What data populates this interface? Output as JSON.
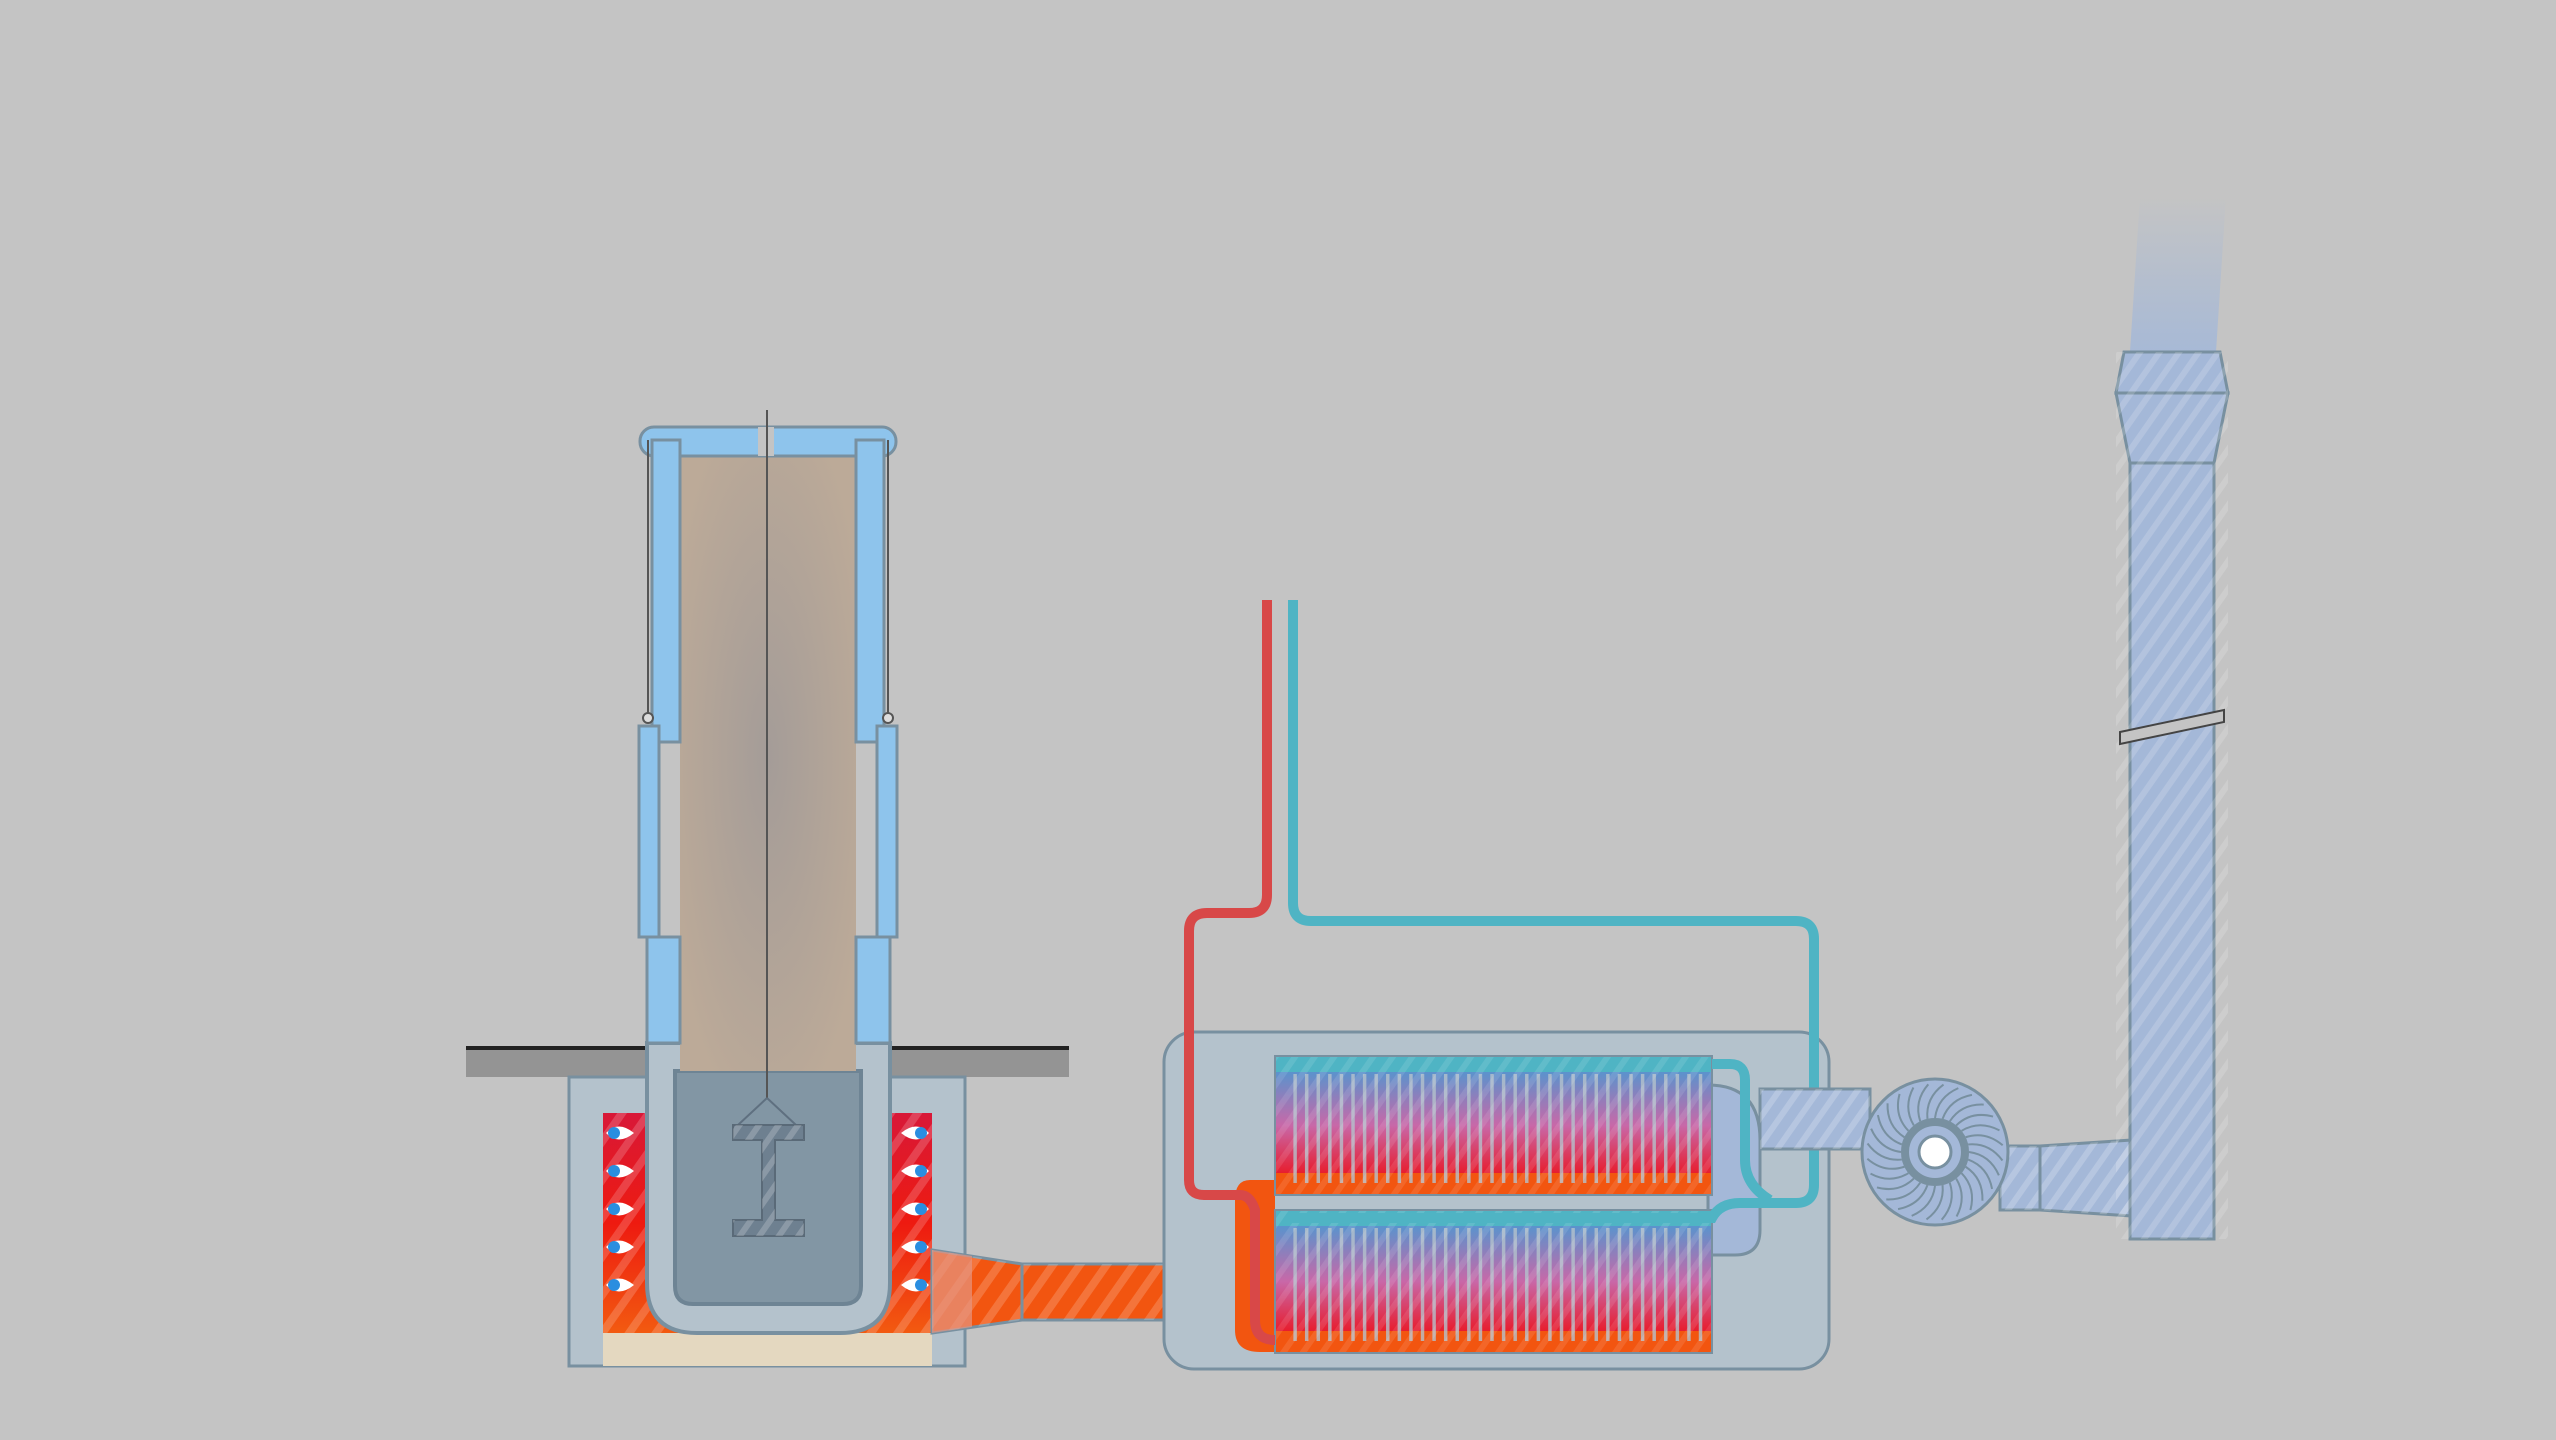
{
  "diagram": {
    "type": "furnace-heat-exchanger-schematic",
    "colors": {
      "background": "#c4c4c4",
      "wall_blue": "#8ec4ec",
      "steel_gray": "#b4c2cc",
      "outline": "#7890a0",
      "hot_red": "#e8202a",
      "hot_orange": "#f25510",
      "cold_teal": "#4fb4c4",
      "return_red": "#d84848",
      "exhaust_blue": "#a4b8d8",
      "charge_brown": "#b4a89c",
      "crucible_dark": "#8296a4",
      "sand": "#e4d8c0",
      "floor": "#949494"
    },
    "fin_count": 36,
    "burner_count": 5
  }
}
